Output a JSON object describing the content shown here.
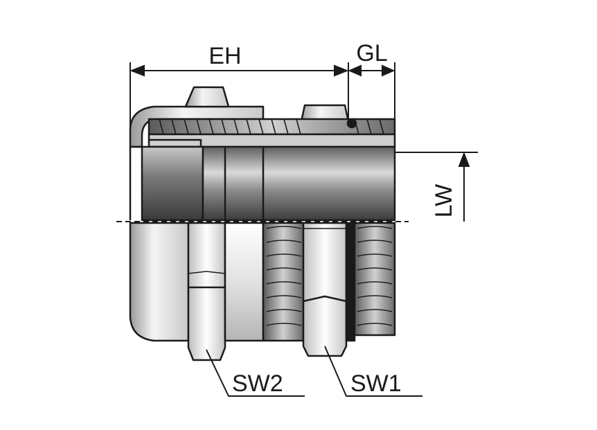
{
  "labels": {
    "eh": "EH",
    "gl": "GL",
    "lw": "LW",
    "sw1": "SW1",
    "sw2": "SW2"
  },
  "colors": {
    "outline": "#1a1a1a",
    "metal_dark": "#6e6e6e",
    "metal_light": "#f2f2f2"
  }
}
